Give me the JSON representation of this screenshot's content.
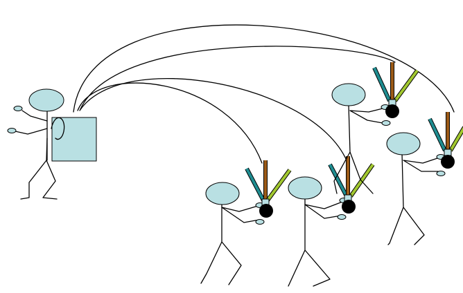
{
  "scene": {
    "description_free": true,
    "colors": {
      "head_fill": "#b9e0e3",
      "box_fill": "#b9e0e3",
      "ball_fill": "#000000",
      "holder_fill": "#b9e0e3",
      "stick_brown": "#9c5b18",
      "stick_teal": "#1f8d91",
      "stick_green": "#a2c830",
      "line": "#000000"
    },
    "figures": [
      {
        "name": "thrower-figure"
      },
      {
        "name": "receiver-figure-1"
      },
      {
        "name": "receiver-figure-2"
      },
      {
        "name": "receiver-figure-3"
      },
      {
        "name": "receiver-figure-4"
      }
    ],
    "connections": [
      {
        "from": "thrower-figure",
        "to": "receiver-figure-1"
      },
      {
        "from": "thrower-figure",
        "to": "receiver-figure-2"
      },
      {
        "from": "thrower-figure",
        "to": "receiver-figure-3"
      },
      {
        "from": "thrower-figure",
        "to": "receiver-figure-4"
      }
    ]
  }
}
